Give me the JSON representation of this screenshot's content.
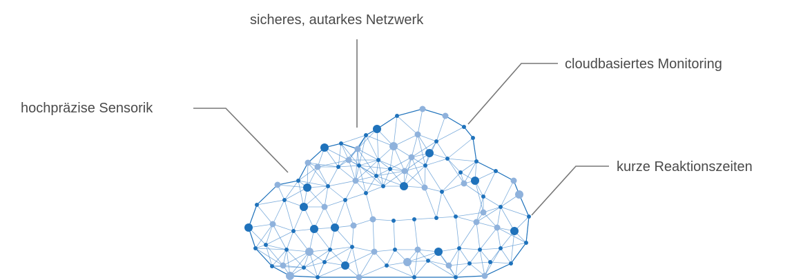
{
  "labels": {
    "network": "sicheres, autarkes Netzwerk",
    "monitoring": "cloudbasiertes Monitoring",
    "sensor": "hochpräzise Sensorik",
    "reaction": "kurze Reaktionszeiten"
  },
  "colors": {
    "node_dark": "#1f72bb",
    "node_light": "#8fb2dc",
    "mesh_line": "#4d8fcf",
    "leader_line": "#555555",
    "text": "#4a4a4a"
  }
}
